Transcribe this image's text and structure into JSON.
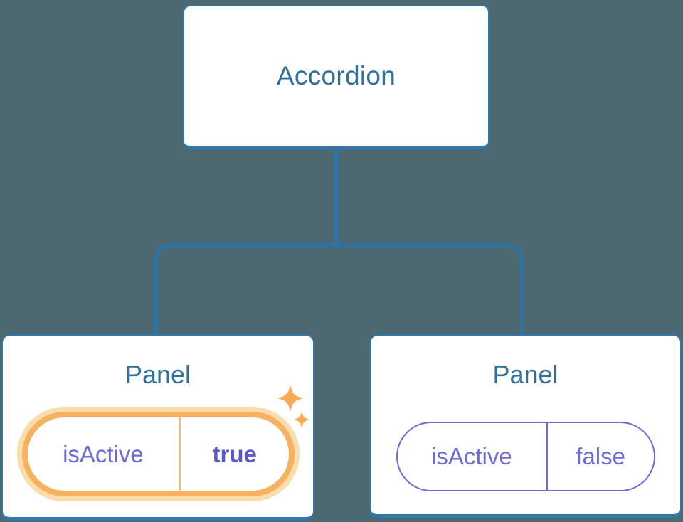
{
  "canvas": {
    "background_color": "#4C6972",
    "connector_color": "#2B74A9",
    "node_border_color": "#3277A8",
    "node_title_color": "#30709B",
    "prop_text_color": "#6E6BD8",
    "active_value_color": "#5B58C9",
    "highlight_orange": "#F6B161",
    "highlight_glow": "#FBDCAC",
    "sparkle_color": "#F5AC55"
  },
  "tree": {
    "root": {
      "label": "Accordion"
    },
    "panels": [
      {
        "title": "Panel",
        "prop_name": "isActive",
        "prop_value": "true",
        "state": "active",
        "icon": "sparkles-icon"
      },
      {
        "title": "Panel",
        "prop_name": "isActive",
        "prop_value": "false",
        "state": "inactive",
        "icon": ""
      }
    ]
  }
}
